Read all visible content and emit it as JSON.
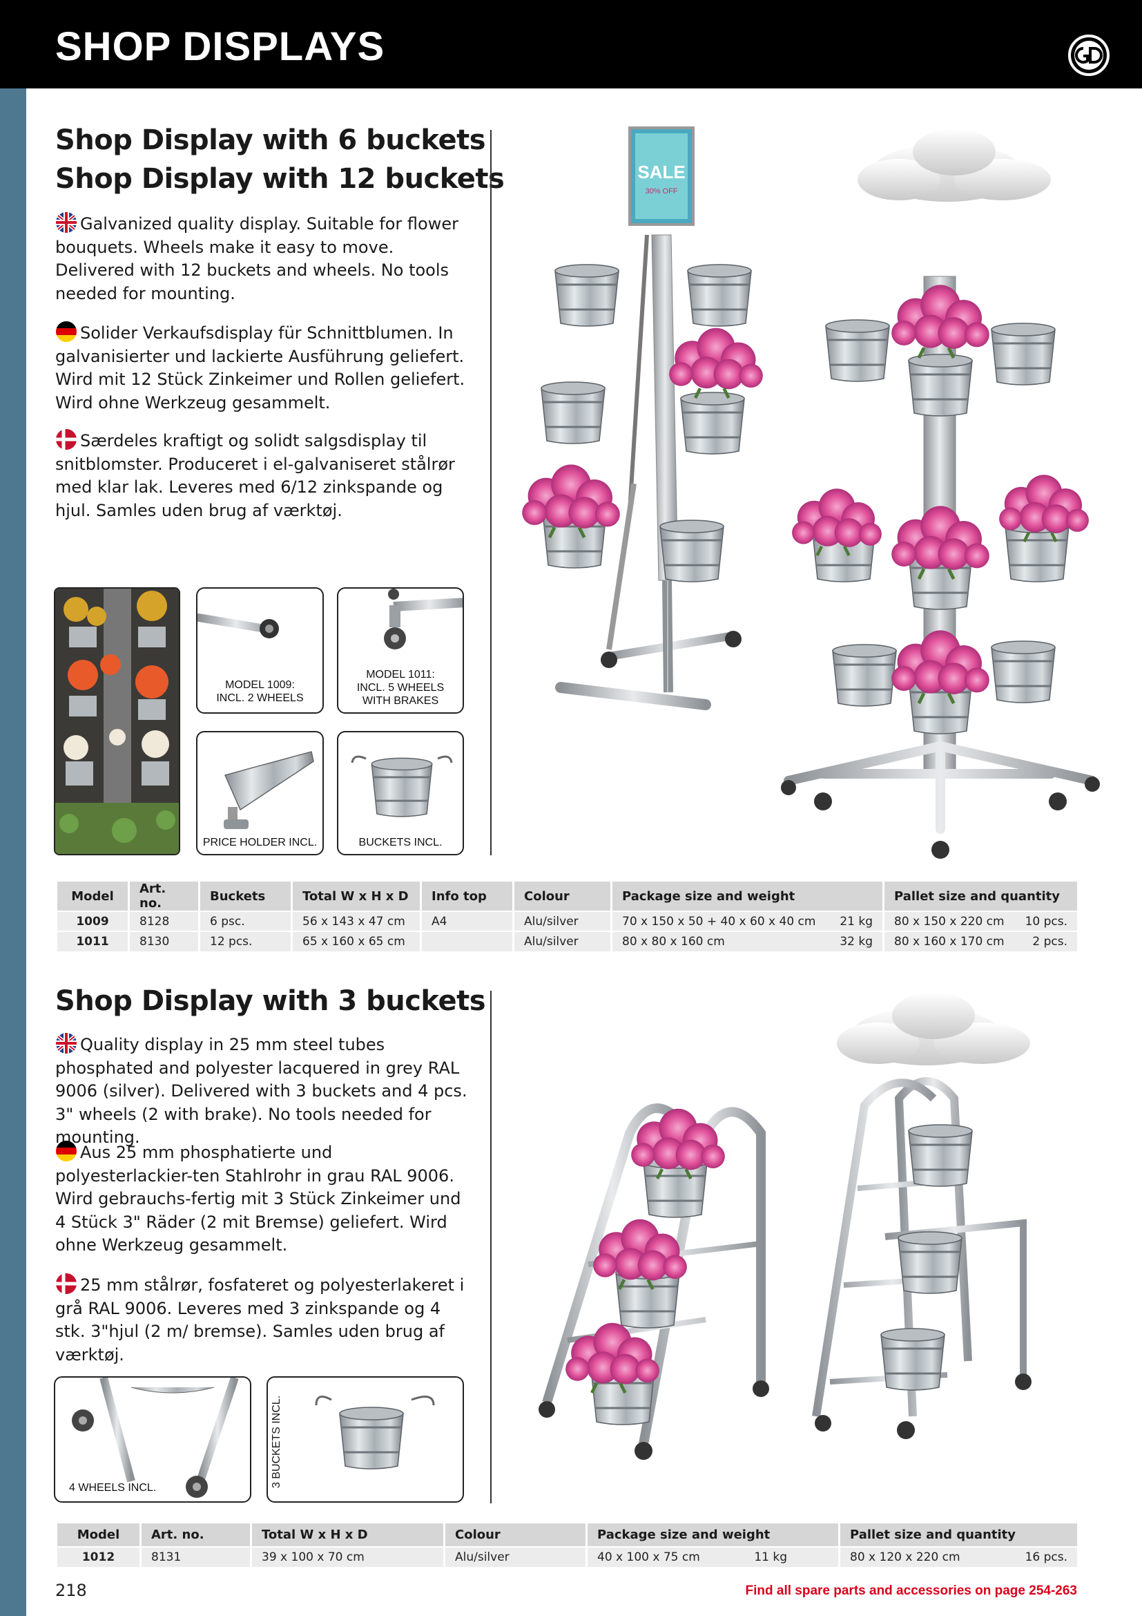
{
  "header": {
    "title": "SHOP DISPLAYS",
    "logo_icon": "gd-logo-icon"
  },
  "section1": {
    "titles": [
      "Shop Display with 6 buckets",
      "Shop Display with 12 buckets"
    ],
    "en": "Galvanized quality display. Suitable for flower bouquets. Wheels make it easy to move. Delivered with 12 buckets and wheels. No tools needed for mounting.",
    "de": "Solider Verkaufsdisplay für Schnittblumen. In galvanisierter und lackierte Ausführung geliefert. Wird mit 12 Stück Zinkeimer und Rollen geliefert. Wird ohne Werkzeug gesammelt.",
    "dk": "Særdeles kraftigt og solidt salgsdisplay til snitblomster. Produceret i el-galvaniseret stålrør med klar lak. Leveres med 6/12 zinkspande og hjul. Samles uden brug af værktøj.",
    "captions": {
      "model1009": [
        "MODEL 1009:",
        "INCL. 2 WHEELS"
      ],
      "model1011": [
        "MODEL 1011:",
        "INCL. 5 WHEELS",
        "WITH BRAKES"
      ],
      "price_holder": "PRICE HOLDER INCL.",
      "buckets": "BUCKETS INCL."
    },
    "sign": {
      "word": "SALE",
      "sub": "30% OFF"
    },
    "table": {
      "headers": [
        "Model",
        "Art. no.",
        "Buckets",
        "Total W x H x D",
        "Info top",
        "Colour",
        "Package size and weight",
        "Pallet size and quantity"
      ],
      "rows": [
        {
          "model": "1009",
          "art": "8128",
          "buckets": "6 psc.",
          "size": "56 x 143 x 47 cm",
          "info": "A4",
          "colour": "Alu/silver",
          "pkg": "70 x 150 x 50 + 40 x 60 x 40 cm",
          "weight": "21 kg",
          "pallet": "80 x 150 x 220 cm",
          "qty": "10 pcs."
        },
        {
          "model": "1011",
          "art": "8130",
          "buckets": "12 pcs.",
          "size": "65 x 160 x 65 cm",
          "info": "",
          "colour": "Alu/silver",
          "pkg": "80 x 80 x 160 cm",
          "weight": "32 kg",
          "pallet": "80 x 160 x 170 cm",
          "qty": "2 pcs."
        }
      ]
    }
  },
  "section2": {
    "title": "Shop Display with 3 buckets",
    "en": "Quality display in 25 mm steel tubes phosphated and polyester lacquered in grey RAL 9006 (silver). Delivered with 3 buckets and 4 pcs. 3\" wheels (2 with brake). No tools needed for mounting.",
    "de": "Aus 25 mm phosphatierte und polyesterlackier-ten Stahlrohr in grau RAL 9006. Wird gebrauchs-fertig mit 3 Stück Zinkeimer und 4 Stück 3\" Räder (2 mit Bremse) geliefert. Wird ohne Werkzeug gesammelt.",
    "dk": "25 mm stålrør, fosfateret og polyesterlakeret i grå RAL 9006. Leveres med 3 zinkspande og 4 stk. 3\"hjul (2 m/ bremse). Samles uden brug af værktøj.",
    "captions": {
      "wheels": "4 WHEELS INCL.",
      "buckets": "3 BUCKETS INCL."
    },
    "table": {
      "headers": [
        "Model",
        "Art. no.",
        "Total W x H x D",
        "Colour",
        "Package size and weight",
        "Pallet size and quantity"
      ],
      "rows": [
        {
          "model": "1012",
          "art": "8131",
          "size": "39 x 100 x 70 cm",
          "colour": "Alu/silver",
          "pkg": "40 x 100 x 75 cm",
          "weight": "11 kg",
          "pallet": "80 x 120 x 220 cm",
          "qty": "16 pcs."
        }
      ]
    }
  },
  "footer": {
    "page": "218",
    "note": "Find all spare parts and accessories on page 254-263"
  },
  "colors": {
    "header_bg": "#000000",
    "sidebar": "#4e7890",
    "accent_red": "#d9001b",
    "flower_pink": "#e0529a"
  }
}
